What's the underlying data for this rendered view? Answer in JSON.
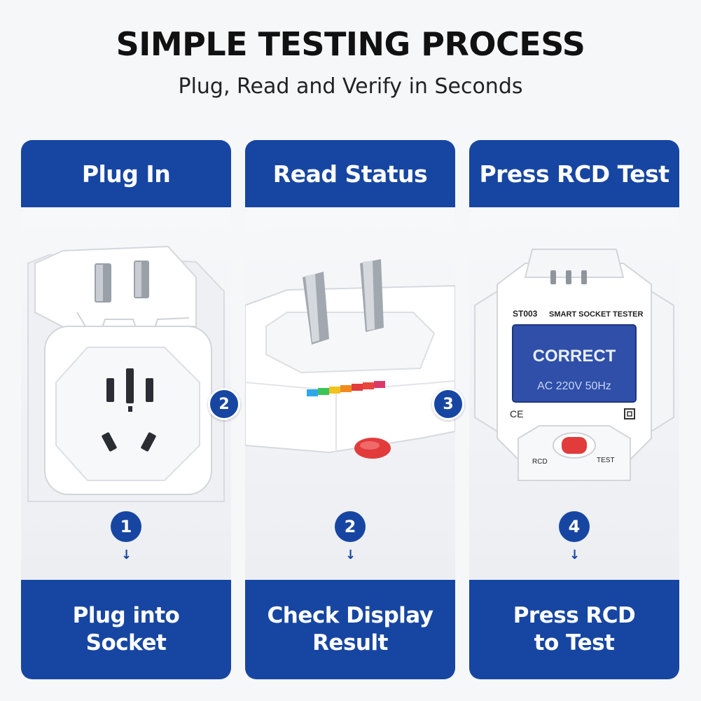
{
  "header": {
    "title": "SIMPLE TESTING PROCESS",
    "subtitle": "Plug, Read and Verify in Seconds"
  },
  "cards": [
    {
      "heading": "Plug In",
      "step_number": "1",
      "footer_line1": "Plug into",
      "footer_line2": "Socket"
    },
    {
      "heading": "Read Status",
      "step_number": "2",
      "footer_line1": "Check Display",
      "footer_line2": "Result"
    },
    {
      "heading": "Press RCD Test",
      "step_number": "4",
      "footer_line1": "Press RCD",
      "footer_line2": "to Test"
    }
  ],
  "side_badges": [
    "2",
    "3"
  ],
  "tester_display": {
    "model": "ST003",
    "name": "SMART SOCKET TESTER",
    "status": "CORRECT",
    "reading": "AC 220V 50Hz",
    "ce_mark": "CE",
    "rcd_label": "RCD",
    "test_label": "TEST"
  },
  "colors": {
    "brand_blue": "#1746a2",
    "screen_blue": "#2f4fa8",
    "button_red": "#e23b3b"
  },
  "icons": {
    "arrow": "down-arrow-icon"
  }
}
